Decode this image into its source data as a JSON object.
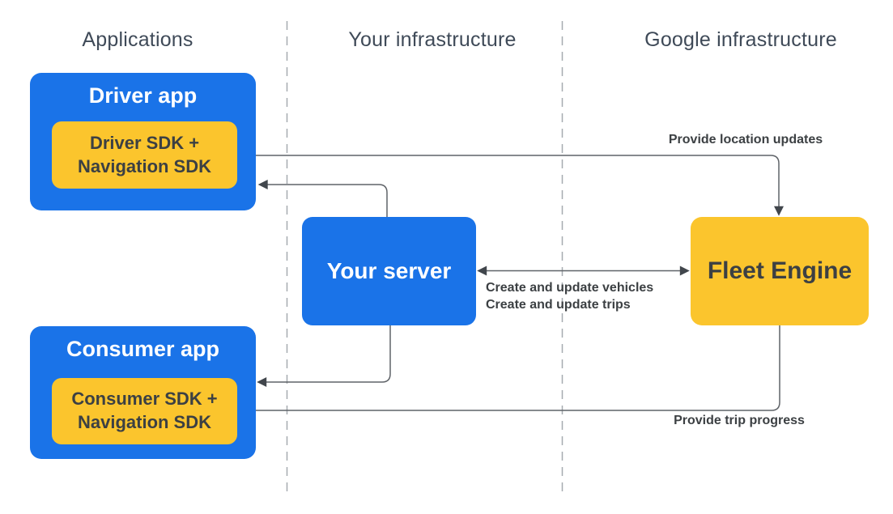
{
  "headers": {
    "applications": "Applications",
    "your_infrastructure": "Your infrastructure",
    "google_infrastructure": "Google infrastructure"
  },
  "nodes": {
    "driver_app": {
      "title": "Driver app",
      "sdk_line1": "Driver SDK +",
      "sdk_line2": "Navigation SDK"
    },
    "consumer_app": {
      "title": "Consumer app",
      "sdk_line1": "Consumer SDK +",
      "sdk_line2": "Navigation SDK"
    },
    "your_server": {
      "title": "Your server"
    },
    "fleet_engine": {
      "title": "Fleet Engine"
    }
  },
  "edge_labels": {
    "provide_location_updates": "Provide location updates",
    "create_update_vehicles": "Create and update vehicles",
    "create_update_trips": "Create and update trips",
    "provide_trip_progress": "Provide trip progress"
  },
  "colors": {
    "blue": "#1a73e8",
    "yellow": "#fbc52d",
    "dark-text": "#3c4043",
    "header-text": "#3f4a58",
    "line": "#5f6368",
    "arrowhead": "#41464c",
    "dashed": "#a6abb0"
  }
}
